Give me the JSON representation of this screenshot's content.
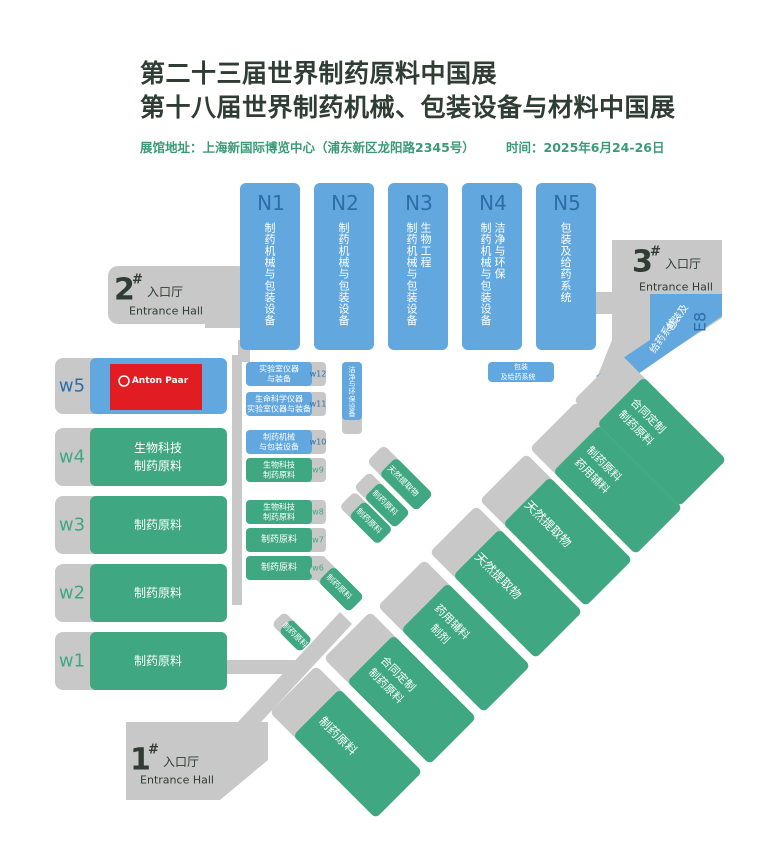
{
  "header": {
    "title_1": "第二十三届世界制药原料中国展",
    "title_2": "第十八届世界制药机械、包装设备与材料中国展",
    "address": "展馆地址：上海新国际博览中心（浦东新区龙阳路2345号）",
    "time": "时间：2025年6月24-26日"
  },
  "colors": {
    "green": "#3fa882",
    "blue": "#62a7de",
    "gray": "#c8c8c8",
    "red": "#e21c23",
    "title": "#2f3d34"
  },
  "entrances": [
    {
      "num": "1",
      "sup": "#",
      "cn": "入口厅",
      "en": "Entrance Hall"
    },
    {
      "num": "2",
      "sup": "#",
      "cn": "入口厅",
      "en": "Entrance Hall"
    },
    {
      "num": "3",
      "sup": "#",
      "cn": "入口厅",
      "en": "Entrance Hall"
    }
  ],
  "north_halls": [
    {
      "id": "N1",
      "text": "制药机械与包装设备"
    },
    {
      "id": "N2",
      "text": "制药机械与包装设备"
    },
    {
      "id": "N3",
      "text": "制药机械与包装设备 生物工程"
    },
    {
      "id": "N4",
      "text": "制药机械与包装设备 洁净与环保"
    },
    {
      "id": "N5",
      "text": "包装及给药系统"
    }
  ],
  "e8": {
    "id": "E8",
    "text": "包装及 给药系统"
  },
  "west_halls": [
    {
      "id": "W5",
      "text": ""
    },
    {
      "id": "W4",
      "text": "生物科技 制药原料"
    },
    {
      "id": "W3",
      "text": "制药原料"
    },
    {
      "id": "W2",
      "text": "制药原料"
    },
    {
      "id": "W1",
      "text": "制药原料"
    }
  ],
  "exhibitor": {
    "logo_text": "Anton Paar"
  },
  "small_halls": [
    {
      "id": "12",
      "text": "实验室仪器 与装备"
    },
    {
      "id": "11",
      "text": "生命科学仪器 实验室仪器与装备"
    },
    {
      "id": "10",
      "text": "制药机械 与包装设备"
    },
    {
      "id": "9",
      "text": "生物科技 制药原料"
    },
    {
      "id": "8",
      "text": "生物科技 制药原料"
    },
    {
      "id": "7",
      "text": "制药原料"
    },
    {
      "id": "6",
      "text": "制药原料"
    }
  ],
  "mid_blue": [
    {
      "id": "b",
      "text": "洁净与 环保设备"
    },
    {
      "id": "7",
      "text": "包装 及给药系统"
    }
  ],
  "diag_small": [
    {
      "id": "12",
      "text": "天然提取物"
    },
    {
      "id": "11",
      "text": "制药原料"
    },
    {
      "id": "10",
      "text": "制药原料"
    },
    {
      "id": "9",
      "text": "制药原料"
    },
    {
      "id": "1",
      "text": "制药原料"
    }
  ],
  "east_halls": [
    {
      "id": "E1",
      "text": "制药原料"
    },
    {
      "id": "E2",
      "text": "合同定制 制药原料"
    },
    {
      "id": "E3",
      "text": "药用辅料 制剂"
    },
    {
      "id": "E4",
      "text": "天然提取物"
    },
    {
      "id": "E5",
      "text": "天然提取物"
    },
    {
      "id": "E6",
      "text": "制药原料 药用辅料"
    },
    {
      "id": "E7",
      "text": "合同定制 制药原料"
    }
  ]
}
